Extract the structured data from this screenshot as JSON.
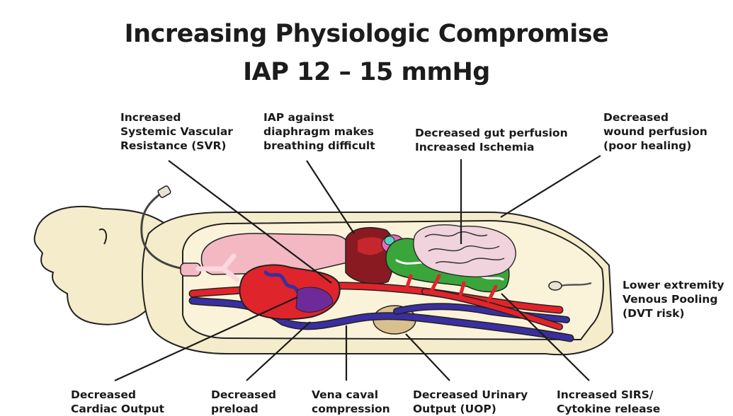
{
  "title": {
    "line1": "Increasing Physiologic Compromise",
    "line2": "IAP 12 – 15 mmHg"
  },
  "labels": {
    "svr": [
      "Increased",
      "Systemic Vascular",
      "Resistance (SVR)"
    ],
    "diaphragm": [
      "IAP against",
      "diaphragm makes",
      "breathing difficult"
    ],
    "gut": [
      "Decreased gut perfusion",
      "Increased Ischemia"
    ],
    "wound": [
      "Decreased",
      "wound perfusion",
      "(poor healing)"
    ],
    "venous": [
      "Lower extremity",
      "Venous Pooling",
      "(DVT risk)"
    ],
    "cardiac": [
      "Decreased",
      "Cardiac Output"
    ],
    "preload": [
      "Decreased",
      "preload"
    ],
    "vena": [
      "Vena caval",
      "compression"
    ],
    "urinary": [
      "Decreased Urinary",
      "Output (UOP)"
    ],
    "sirs": [
      "Increased SIRS/",
      "Cytokine release"
    ]
  },
  "colors": {
    "skin": "#f5eccb",
    "abdomen": "#fbf3d9",
    "lung": "#f3b8c2",
    "heart": "#e0242b",
    "artery": "#e3232a",
    "vein": "#3a2fa0",
    "liver": "#8a1a22",
    "colon": "#3aa53a",
    "small_intestine": "#f0d3dc",
    "bladder": "#d9c08e",
    "outline": "#222222"
  }
}
